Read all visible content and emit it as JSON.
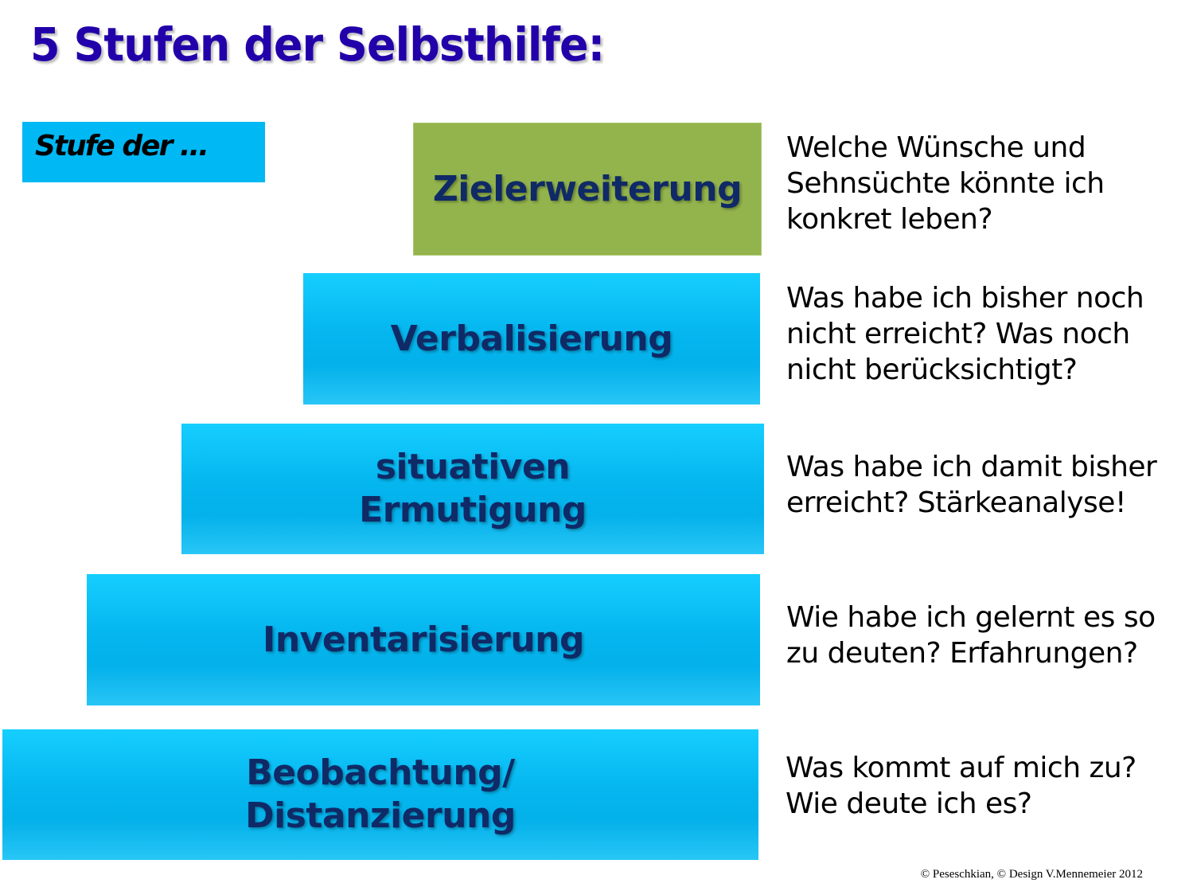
{
  "title": "5 Stufen der Selbsthilfe:",
  "label": "Stufe der ...",
  "steps": [
    {
      "name": "Zielerweiterung",
      "question": "Welche Wünsche und\nSehnsüchte könnte ich\nkonkret leben?"
    },
    {
      "name": "Verbalisierung",
      "question": "Was habe ich bisher noch\nnicht erreicht? Was noch\nnicht berücksichtigt?"
    },
    {
      "name": "situativen\nErmutigung",
      "question": "Was habe ich damit bisher\nerreicht? Stärkeanalyse!"
    },
    {
      "name": "Inventarisierung",
      "question": "Wie habe ich gelernt es so\nzu deuten? Erfahrungen?"
    },
    {
      "name": "Beobachtung/\nDistanzierung",
      "question": "Was kommt auf mich zu?\nWie deute ich es?"
    }
  ],
  "colors": {
    "title": "#2200aa",
    "green": "#93b44c",
    "cyan": "#00b8f4",
    "step_text": "#0f2a66"
  },
  "copyright": "© Peseschkian, © Design  V.Mennemeier 2012"
}
